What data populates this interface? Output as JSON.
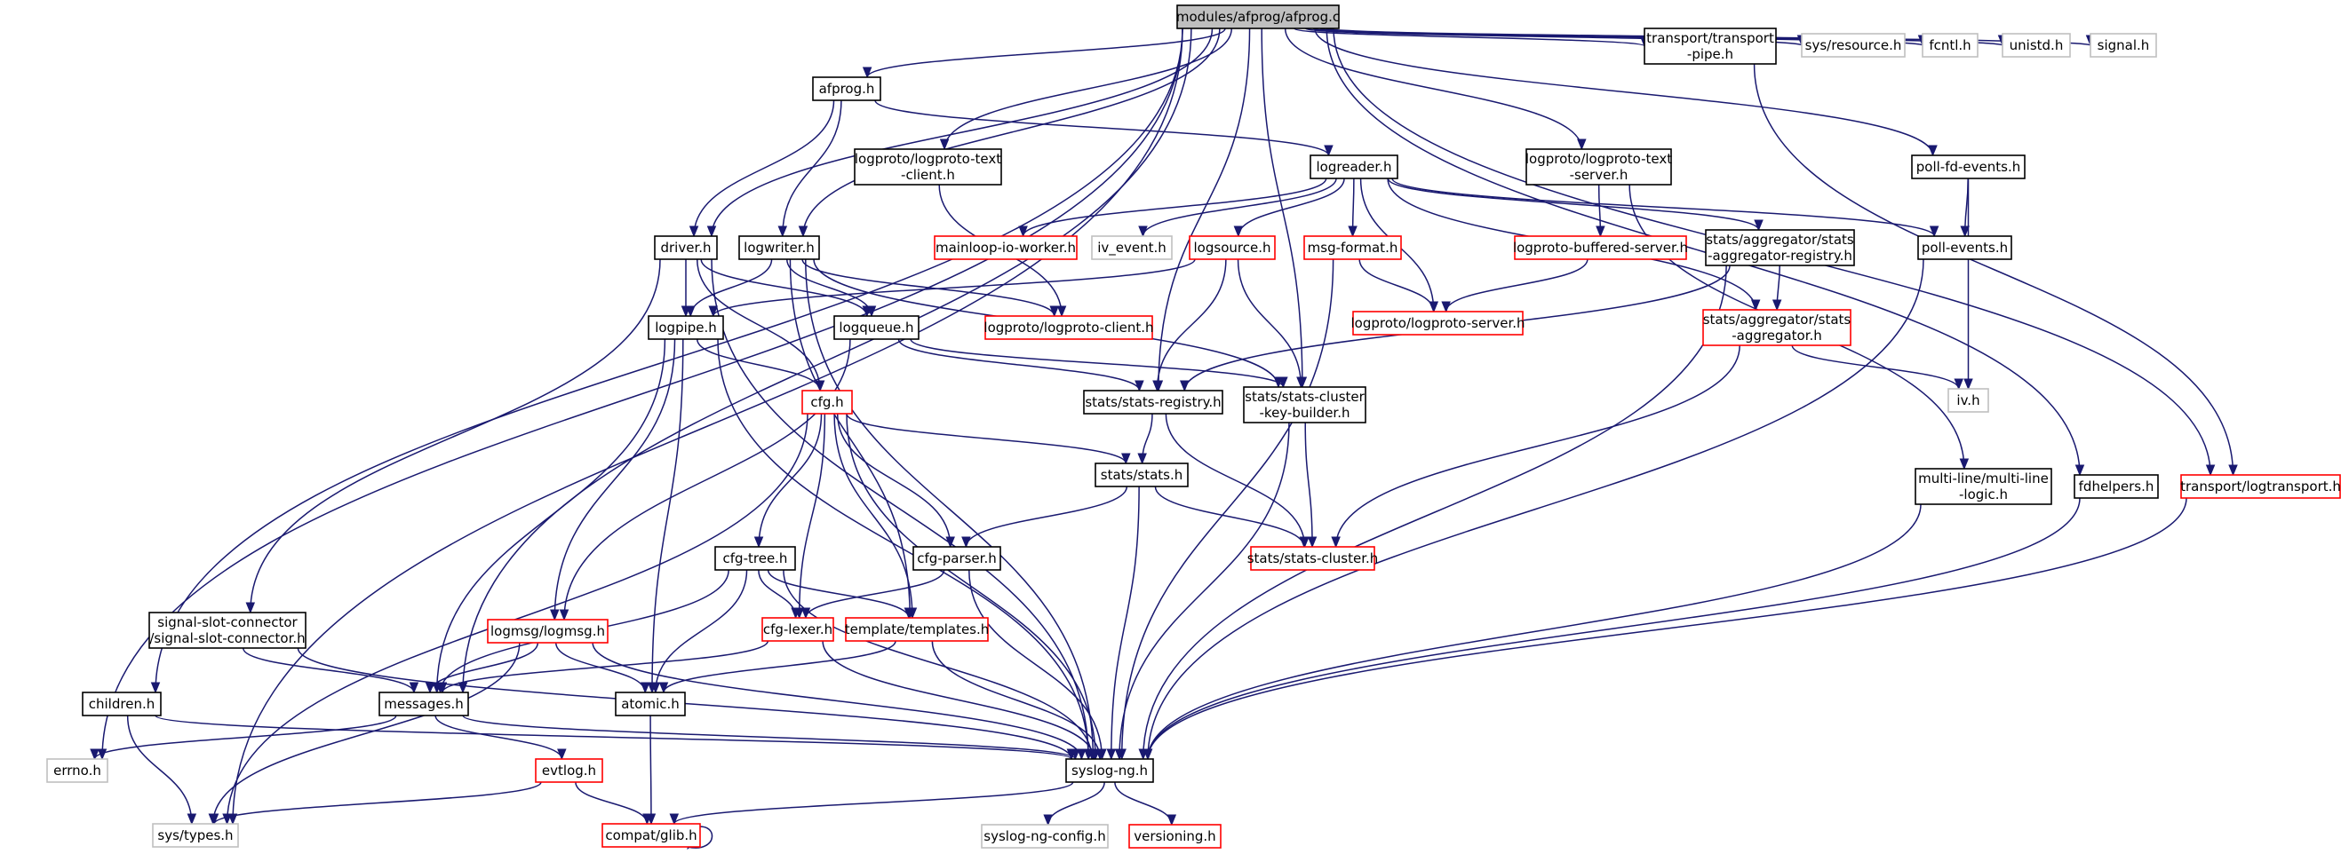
{
  "title": "modules/afprog/afprog.c",
  "colors": {
    "edge": "#191970",
    "border_black": "#000000",
    "border_red": "#ff0000",
    "border_grey": "#bfbfbf",
    "root_fill": "#bfbfbf",
    "fill": "#ffffff"
  },
  "nodes": [
    {
      "id": "root",
      "label": [
        "modules/afprog/afprog.c"
      ],
      "style": "root"
    },
    {
      "id": "afprog_h",
      "label": [
        "afprog.h"
      ],
      "style": "black"
    },
    {
      "id": "lp_text_client",
      "label": [
        "logproto/logproto-text",
        "-client.h"
      ],
      "style": "black"
    },
    {
      "id": "transport_pipe",
      "label": [
        "transport/transport",
        "-pipe.h"
      ],
      "style": "black"
    },
    {
      "id": "sys_resource",
      "label": [
        "sys/resource.h"
      ],
      "style": "grey"
    },
    {
      "id": "fcntl",
      "label": [
        "fcntl.h"
      ],
      "style": "grey"
    },
    {
      "id": "unistd",
      "label": [
        "unistd.h"
      ],
      "style": "grey"
    },
    {
      "id": "signal",
      "label": [
        "signal.h"
      ],
      "style": "grey"
    },
    {
      "id": "logreader",
      "label": [
        "logreader.h"
      ],
      "style": "black"
    },
    {
      "id": "lp_text_server",
      "label": [
        "logproto/logproto-text",
        "-server.h"
      ],
      "style": "black"
    },
    {
      "id": "poll_fd_events",
      "label": [
        "poll-fd-events.h"
      ],
      "style": "black"
    },
    {
      "id": "driver",
      "label": [
        "driver.h"
      ],
      "style": "black"
    },
    {
      "id": "logwriter",
      "label": [
        "logwriter.h"
      ],
      "style": "black"
    },
    {
      "id": "mainloop_io",
      "label": [
        "mainloop-io-worker.h"
      ],
      "style": "red"
    },
    {
      "id": "iv_event",
      "label": [
        "iv_event.h"
      ],
      "style": "grey"
    },
    {
      "id": "logsource",
      "label": [
        "logsource.h"
      ],
      "style": "red"
    },
    {
      "id": "msg_format",
      "label": [
        "msg-format.h"
      ],
      "style": "red"
    },
    {
      "id": "lp_buffered",
      "label": [
        "logproto-buffered-server.h"
      ],
      "style": "red"
    },
    {
      "id": "agg_registry",
      "label": [
        "stats/aggregator/stats",
        "-aggregator-registry.h"
      ],
      "style": "black"
    },
    {
      "id": "poll_events",
      "label": [
        "poll-events.h"
      ],
      "style": "black"
    },
    {
      "id": "logpipe",
      "label": [
        "logpipe.h"
      ],
      "style": "black"
    },
    {
      "id": "logqueue",
      "label": [
        "logqueue.h"
      ],
      "style": "black"
    },
    {
      "id": "lp_client",
      "label": [
        "logproto/logproto-client.h"
      ],
      "style": "red"
    },
    {
      "id": "lp_server",
      "label": [
        "logproto/logproto-server.h"
      ],
      "style": "red"
    },
    {
      "id": "stats_agg",
      "label": [
        "stats/aggregator/stats",
        "-aggregator.h"
      ],
      "style": "red"
    },
    {
      "id": "cfg",
      "label": [
        "cfg.h"
      ],
      "style": "red"
    },
    {
      "id": "stats_registry",
      "label": [
        "stats/stats-registry.h"
      ],
      "style": "black"
    },
    {
      "id": "cluster_kb",
      "label": [
        "stats/stats-cluster",
        "-key-builder.h"
      ],
      "style": "black"
    },
    {
      "id": "iv",
      "label": [
        "iv.h"
      ],
      "style": "grey"
    },
    {
      "id": "stats",
      "label": [
        "stats/stats.h"
      ],
      "style": "black"
    },
    {
      "id": "multiline",
      "label": [
        "multi-line/multi-line",
        "-logic.h"
      ],
      "style": "black"
    },
    {
      "id": "fdhelpers",
      "label": [
        "fdhelpers.h"
      ],
      "style": "black"
    },
    {
      "id": "logtransport",
      "label": [
        "transport/logtransport.h"
      ],
      "style": "red"
    },
    {
      "id": "cfg_tree",
      "label": [
        "cfg-tree.h"
      ],
      "style": "black"
    },
    {
      "id": "cfg_parser",
      "label": [
        "cfg-parser.h"
      ],
      "style": "black"
    },
    {
      "id": "stats_cluster",
      "label": [
        "stats/stats-cluster.h"
      ],
      "style": "red"
    },
    {
      "id": "signal_slot",
      "label": [
        "signal-slot-connector",
        "/signal-slot-connector.h"
      ],
      "style": "black"
    },
    {
      "id": "logmsg",
      "label": [
        "logmsg/logmsg.h"
      ],
      "style": "red"
    },
    {
      "id": "cfg_lexer",
      "label": [
        "cfg-lexer.h"
      ],
      "style": "red"
    },
    {
      "id": "templates",
      "label": [
        "template/templates.h"
      ],
      "style": "red"
    },
    {
      "id": "children",
      "label": [
        "children.h"
      ],
      "style": "black"
    },
    {
      "id": "messages",
      "label": [
        "messages.h"
      ],
      "style": "black"
    },
    {
      "id": "atomic",
      "label": [
        "atomic.h"
      ],
      "style": "black"
    },
    {
      "id": "errno",
      "label": [
        "errno.h"
      ],
      "style": "grey"
    },
    {
      "id": "evtlog",
      "label": [
        "evtlog.h"
      ],
      "style": "red"
    },
    {
      "id": "syslog_ng",
      "label": [
        "syslog-ng.h"
      ],
      "style": "black"
    },
    {
      "id": "sys_types",
      "label": [
        "sys/types.h"
      ],
      "style": "grey"
    },
    {
      "id": "glib",
      "label": [
        "compat/glib.h"
      ],
      "style": "red"
    },
    {
      "id": "syslog_ng_config",
      "label": [
        "syslog-ng-config.h"
      ],
      "style": "grey"
    },
    {
      "id": "versioning",
      "label": [
        "versioning.h"
      ],
      "style": "red"
    }
  ],
  "edges": [
    [
      "root",
      "afprog_h"
    ],
    [
      "root",
      "lp_text_client"
    ],
    [
      "root",
      "transport_pipe"
    ],
    [
      "root",
      "sys_resource"
    ],
    [
      "root",
      "fcntl"
    ],
    [
      "root",
      "unistd"
    ],
    [
      "root",
      "signal"
    ],
    [
      "root",
      "lp_text_server"
    ],
    [
      "root",
      "poll_fd_events"
    ],
    [
      "root",
      "driver"
    ],
    [
      "root",
      "logwriter"
    ],
    [
      "root",
      "messages"
    ],
    [
      "root",
      "children"
    ],
    [
      "root",
      "errno"
    ],
    [
      "root",
      "sys_types"
    ],
    [
      "root",
      "stats_registry"
    ],
    [
      "root",
      "cluster_kb"
    ],
    [
      "root",
      "fdhelpers"
    ],
    [
      "root",
      "logtransport"
    ],
    [
      "afprog_h",
      "logreader"
    ],
    [
      "afprog_h",
      "driver"
    ],
    [
      "afprog_h",
      "logwriter"
    ],
    [
      "lp_text_client",
      "lp_client"
    ],
    [
      "transport_pipe",
      "logtransport"
    ],
    [
      "logreader",
      "mainloop_io"
    ],
    [
      "logreader",
      "iv_event"
    ],
    [
      "logreader",
      "logsource"
    ],
    [
      "logreader",
      "msg_format"
    ],
    [
      "logreader",
      "lp_server"
    ],
    [
      "logreader",
      "agg_registry"
    ],
    [
      "logreader",
      "poll_events"
    ],
    [
      "logreader",
      "stats_agg"
    ],
    [
      "lp_text_server",
      "lp_buffered"
    ],
    [
      "lp_text_server",
      "multiline"
    ],
    [
      "poll_fd_events",
      "poll_events"
    ],
    [
      "poll_fd_events",
      "iv"
    ],
    [
      "driver",
      "logpipe"
    ],
    [
      "driver",
      "logqueue"
    ],
    [
      "driver",
      "cfg"
    ],
    [
      "driver",
      "signal_slot"
    ],
    [
      "driver",
      "syslog_ng"
    ],
    [
      "logwriter",
      "logpipe"
    ],
    [
      "logwriter",
      "logqueue"
    ],
    [
      "logwriter",
      "lp_client"
    ],
    [
      "logwriter",
      "templates"
    ],
    [
      "logwriter",
      "syslog_ng"
    ],
    [
      "logwriter",
      "cluster_kb"
    ],
    [
      "logsource",
      "logpipe"
    ],
    [
      "logsource",
      "stats_registry"
    ],
    [
      "logsource",
      "cluster_kb"
    ],
    [
      "msg_format",
      "lp_server"
    ],
    [
      "msg_format",
      "syslog_ng"
    ],
    [
      "lp_buffered",
      "lp_server"
    ],
    [
      "agg_registry",
      "stats_agg"
    ],
    [
      "agg_registry",
      "stats_registry"
    ],
    [
      "agg_registry",
      "syslog_ng"
    ],
    [
      "poll_events",
      "syslog_ng"
    ],
    [
      "logpipe",
      "cfg"
    ],
    [
      "logpipe",
      "logmsg"
    ],
    [
      "logpipe",
      "messages"
    ],
    [
      "logpipe",
      "atomic"
    ],
    [
      "logpipe",
      "syslog_ng"
    ],
    [
      "logqueue",
      "logmsg"
    ],
    [
      "logqueue",
      "stats_registry"
    ],
    [
      "logqueue",
      "cluster_kb"
    ],
    [
      "stats_agg",
      "stats_cluster"
    ],
    [
      "stats_agg",
      "iv"
    ],
    [
      "cfg",
      "cfg_tree"
    ],
    [
      "cfg",
      "cfg_parser"
    ],
    [
      "cfg",
      "cfg_lexer"
    ],
    [
      "cfg",
      "templates"
    ],
    [
      "cfg",
      "stats"
    ],
    [
      "cfg",
      "syslog_ng"
    ],
    [
      "cfg",
      "sys_types"
    ],
    [
      "stats_registry",
      "stats"
    ],
    [
      "stats_registry",
      "stats_cluster"
    ],
    [
      "cluster_kb",
      "stats_cluster"
    ],
    [
      "cluster_kb",
      "syslog_ng"
    ],
    [
      "stats",
      "cfg_parser"
    ],
    [
      "stats",
      "stats_cluster"
    ],
    [
      "stats",
      "syslog_ng"
    ],
    [
      "multiline",
      "syslog_ng"
    ],
    [
      "fdhelpers",
      "syslog_ng"
    ],
    [
      "logtransport",
      "syslog_ng"
    ],
    [
      "cfg_tree",
      "cfg_lexer"
    ],
    [
      "cfg_tree",
      "templates"
    ],
    [
      "cfg_tree",
      "messages"
    ],
    [
      "cfg_tree",
      "atomic"
    ],
    [
      "cfg_tree",
      "syslog_ng"
    ],
    [
      "cfg_parser",
      "cfg_lexer"
    ],
    [
      "cfg_parser",
      "syslog_ng"
    ],
    [
      "signal_slot",
      "messages"
    ],
    [
      "signal_slot",
      "syslog_ng"
    ],
    [
      "logmsg",
      "messages"
    ],
    [
      "logmsg",
      "atomic"
    ],
    [
      "logmsg",
      "syslog_ng"
    ],
    [
      "logmsg",
      "sys_types"
    ],
    [
      "cfg_lexer",
      "messages"
    ],
    [
      "cfg_lexer",
      "syslog_ng"
    ],
    [
      "templates",
      "atomic"
    ],
    [
      "templates",
      "syslog_ng"
    ],
    [
      "children",
      "sys_types"
    ],
    [
      "children",
      "syslog_ng"
    ],
    [
      "messages",
      "errno"
    ],
    [
      "messages",
      "evtlog"
    ],
    [
      "messages",
      "syslog_ng"
    ],
    [
      "atomic",
      "glib"
    ],
    [
      "evtlog",
      "sys_types"
    ],
    [
      "evtlog",
      "glib"
    ],
    [
      "syslog_ng",
      "glib"
    ],
    [
      "syslog_ng",
      "syslog_ng_config"
    ],
    [
      "syslog_ng",
      "versioning"
    ],
    [
      "glib",
      "glib"
    ]
  ]
}
